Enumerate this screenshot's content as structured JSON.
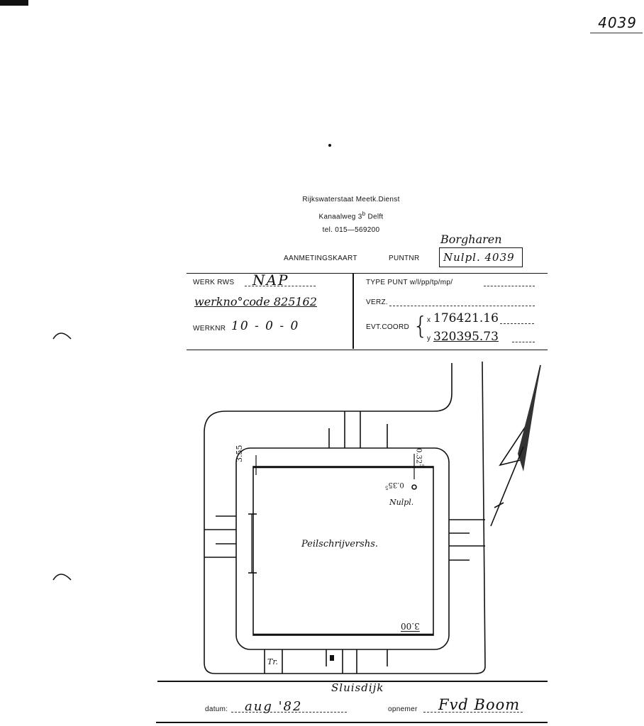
{
  "sheet": {
    "number": "4039"
  },
  "header": {
    "line1": "Rijkswaterstaat   Meetk.Dienst",
    "line2_pre": "Kanaalweg  3",
    "line2_sup": "b",
    "line2_post": " Delft",
    "line3": "tel. 015—569200"
  },
  "title": {
    "label": "AANMETINGSKAART",
    "puntnr_label": "PUNTNR",
    "location": "Borgharen",
    "puntnr_value": "Nulpl. 4039"
  },
  "form": {
    "werk_label": "WERK  RWS",
    "werk_value": "NAP",
    "werkcode_value": "werkno°code 825162",
    "werknr_label": "WERKNR",
    "werknr_value": "10 - 0 - 0",
    "type_punt_label": "TYPE PUNT  w/l/pp/tp/mp/",
    "verz_label": "VERZ.",
    "evt_coord_label": "EVT.COORD",
    "x_label": "x",
    "x_value": "176421.16",
    "y_label": "y",
    "y_value": "320395.73"
  },
  "sketch": {
    "building_label": "Peilschrijvershs.",
    "point_label": "Nulpl.",
    "dim_355": "3.55",
    "dim_032": "0.32",
    "dim_032_sup": "5",
    "dim_035": "0.35",
    "dim_035_sup": "5",
    "dim_300": "3.00",
    "tr_label": "Tr.",
    "road_label": "Sluisdijk"
  },
  "footer": {
    "datum_label": "datum:",
    "datum_value": "aug  '82",
    "opnemer_label": "opnemer",
    "opnemer_value": "Fvd Boom"
  }
}
